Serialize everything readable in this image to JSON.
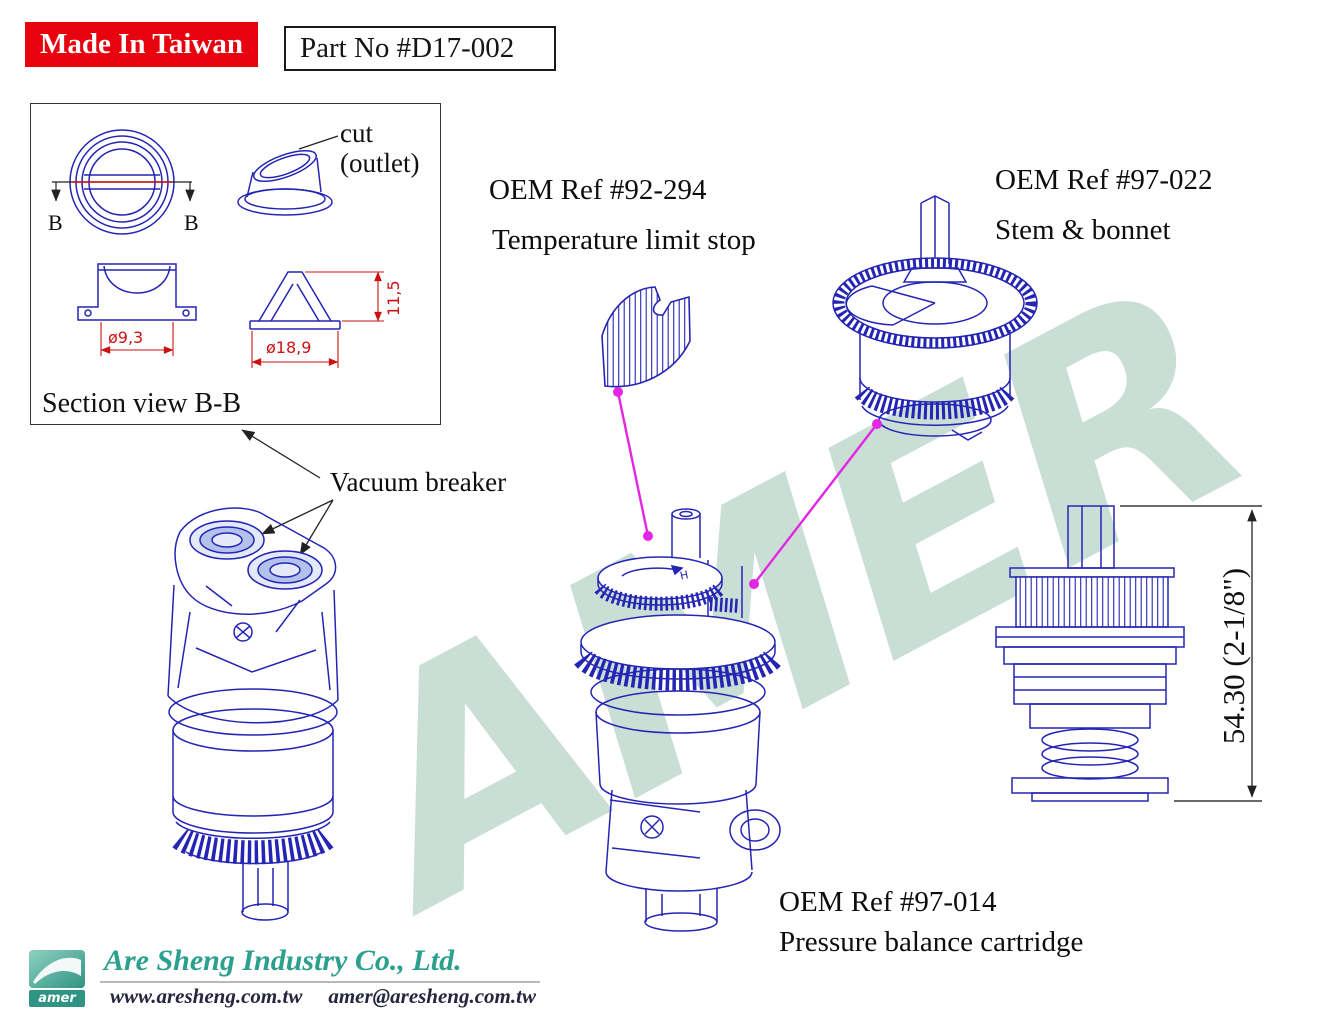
{
  "header": {
    "made_in_badge": "Made In Taiwan",
    "part_no": "Part No #D17-002"
  },
  "section_view": {
    "title": "Section view B-B",
    "cut_label": "cut",
    "cut_label_sub": "(outlet)",
    "marker_left": "B",
    "marker_right": "B",
    "dims": {
      "inner_diameter": "ø9,3",
      "outer_diameter": "ø18,9",
      "height": "11,5"
    }
  },
  "callouts": {
    "vacuum_breaker": "Vacuum breaker",
    "temperature_limit_stop": {
      "oem_ref": "OEM Ref #92-294",
      "name": "Temperature limit stop"
    },
    "stem_bonnet": {
      "oem_ref": "OEM Ref #97-022",
      "name": "Stem & bonnet"
    },
    "pressure_balance_cartridge": {
      "oem_ref": "OEM Ref #97-014",
      "name": "Pressure balance cartridge"
    },
    "overall_height": "54.30 (2-1/8\")",
    "cap_marking": "H"
  },
  "watermark": "AMER",
  "footer": {
    "logo_text": "amer",
    "company": "Are Sheng Industry Co., Ltd.",
    "website": "www.aresheng.com.tw",
    "email": "amer@aresheng.com.tw"
  },
  "colors": {
    "badge_red": "#e8020e",
    "drawing_blue": "#2525b5",
    "dimension_red": "#cc1111",
    "connector_magenta": "#e326e3",
    "brand_teal": "#2ba08c",
    "watermark_green": "#9ec4b4"
  }
}
